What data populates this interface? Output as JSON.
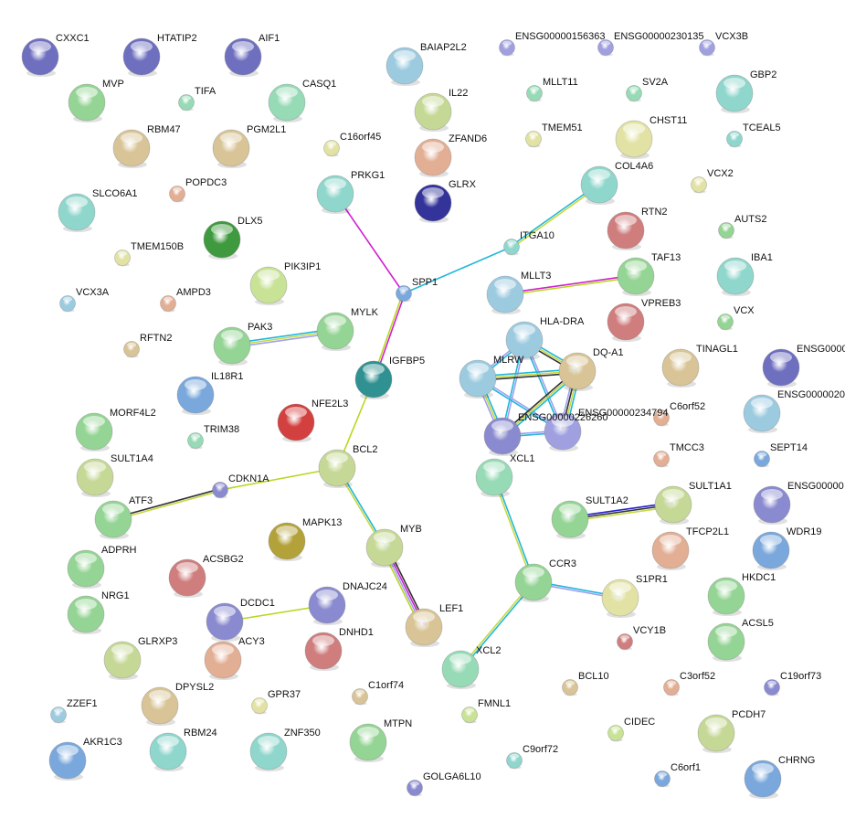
{
  "title": "Protein interaction network",
  "colors": {
    "purple": "#6f6fc0",
    "lilac": "#a0a0e0",
    "lightblue": "#9ccbe0",
    "teal": "#8fd6cc",
    "green": "#94d494",
    "darkgreen": "#3f993f",
    "olive": "#c6d896",
    "tan": "#d8c496",
    "salmon": "#e2ae94",
    "yellow": "#e2e2a4",
    "darkblue": "#33339a",
    "red": "#d2403f",
    "rose": "#cf7d7d",
    "tealdark": "#2f9191",
    "blue": "#7aa8dc",
    "mustard": "#b3a23a",
    "bluepurple": "#8a8ad0",
    "tealgreen": "#96dab6",
    "ygreen": "#c8e296"
  },
  "nodes": [
    {
      "id": "CXXC1",
      "c": "purple",
      "s": "L"
    },
    {
      "id": "HTATIP2",
      "c": "purple",
      "s": "L"
    },
    {
      "id": "AIF1",
      "c": "purple",
      "s": "L"
    },
    {
      "id": "BAIAP2L2",
      "c": "lightblue",
      "s": "L"
    },
    {
      "id": "ENSG00000156363",
      "c": "lilac",
      "s": "S"
    },
    {
      "id": "ENSG00000230135",
      "c": "lilac",
      "s": "S"
    },
    {
      "id": "VCX3B",
      "c": "lilac",
      "s": "S"
    },
    {
      "id": "MVP",
      "c": "green",
      "s": "L"
    },
    {
      "id": "TIFA",
      "c": "tealgreen",
      "s": "S"
    },
    {
      "id": "CASQ1",
      "c": "tealgreen",
      "s": "L"
    },
    {
      "id": "IL22",
      "c": "olive",
      "s": "L"
    },
    {
      "id": "MLLT11",
      "c": "tealgreen",
      "s": "S"
    },
    {
      "id": "SV2A",
      "c": "tealgreen",
      "s": "S"
    },
    {
      "id": "GBP2",
      "c": "teal",
      "s": "L"
    },
    {
      "id": "RBM47",
      "c": "tan",
      "s": "L"
    },
    {
      "id": "PGM2L1",
      "c": "tan",
      "s": "L"
    },
    {
      "id": "C16orf45",
      "c": "yellow",
      "s": "S"
    },
    {
      "id": "ZFAND6",
      "c": "salmon",
      "s": "L"
    },
    {
      "id": "TMEM51",
      "c": "yellow",
      "s": "S"
    },
    {
      "id": "CHST11",
      "c": "yellow",
      "s": "L"
    },
    {
      "id": "TCEAL5",
      "c": "teal",
      "s": "S"
    },
    {
      "id": "POPDC3",
      "c": "salmon",
      "s": "S"
    },
    {
      "id": "PRKG1",
      "c": "teal",
      "s": "L"
    },
    {
      "id": "GLRX",
      "c": "darkblue",
      "s": "L"
    },
    {
      "id": "COL4A6",
      "c": "teal",
      "s": "L"
    },
    {
      "id": "VCX2",
      "c": "yellow",
      "s": "S"
    },
    {
      "id": "SLCO6A1",
      "c": "teal",
      "s": "L"
    },
    {
      "id": "DLX5",
      "c": "darkgreen",
      "s": "L"
    },
    {
      "id": "RTN2",
      "c": "rose",
      "s": "L"
    },
    {
      "id": "AUTS2",
      "c": "green",
      "s": "S"
    },
    {
      "id": "TMEM150B",
      "c": "yellow",
      "s": "S"
    },
    {
      "id": "ITGA10",
      "c": "teal",
      "s": "S"
    },
    {
      "id": "PIK3IP1",
      "c": "ygreen",
      "s": "L"
    },
    {
      "id": "TAF13",
      "c": "green",
      "s": "L"
    },
    {
      "id": "IBA1",
      "c": "teal",
      "s": "L"
    },
    {
      "id": "VCX3A",
      "c": "lightblue",
      "s": "S"
    },
    {
      "id": "AMPD3",
      "c": "salmon",
      "s": "S"
    },
    {
      "id": "SPP1",
      "c": "blue",
      "s": "S"
    },
    {
      "id": "MLLT3",
      "c": "lightblue",
      "s": "L"
    },
    {
      "id": "VPREB3",
      "c": "rose",
      "s": "L"
    },
    {
      "id": "VCX",
      "c": "green",
      "s": "S"
    },
    {
      "id": "RFTN2",
      "c": "tan",
      "s": "S"
    },
    {
      "id": "PAK3",
      "c": "green",
      "s": "L"
    },
    {
      "id": "MYLK",
      "c": "green",
      "s": "L"
    },
    {
      "id": "HLA-DRA",
      "c": "lightblue",
      "s": "L"
    },
    {
      "id": "MLRW",
      "c": "lightblue",
      "s": "L"
    },
    {
      "id": "DQ-A1",
      "c": "tan",
      "s": "L"
    },
    {
      "id": "TINAGL1",
      "c": "tan",
      "s": "L"
    },
    {
      "id": "ENSG0000",
      "c": "purple",
      "s": "L"
    },
    {
      "id": "IGFBP5",
      "c": "tealdark",
      "s": "L"
    },
    {
      "id": "IL18R1",
      "c": "blue",
      "s": "L"
    },
    {
      "id": "ENSG0000020",
      "c": "lightblue",
      "s": "L"
    },
    {
      "id": "NFE2L3",
      "c": "red",
      "s": "L"
    },
    {
      "id": "ENSG00000234794",
      "c": "lilac",
      "s": "L"
    },
    {
      "id": "ENSG00000226260",
      "c": "bluepurple",
      "s": "L"
    },
    {
      "id": "C6orf52",
      "c": "salmon",
      "s": "S"
    },
    {
      "id": "MORF4L2",
      "c": "green",
      "s": "L"
    },
    {
      "id": "TRIM38",
      "c": "tealgreen",
      "s": "S"
    },
    {
      "id": "SEPT14",
      "c": "blue",
      "s": "S"
    },
    {
      "id": "TMCC3",
      "c": "salmon",
      "s": "S"
    },
    {
      "id": "BCL2",
      "c": "olive",
      "s": "L"
    },
    {
      "id": "XCL1",
      "c": "tealgreen",
      "s": "L"
    },
    {
      "id": "SULT1A4",
      "c": "olive",
      "s": "L"
    },
    {
      "id": "CDKN1A",
      "c": "bluepurple",
      "s": "S"
    },
    {
      "id": "SULT1A1",
      "c": "olive",
      "s": "L"
    },
    {
      "id": "ENSG00000",
      "c": "bluepurple",
      "s": "L"
    },
    {
      "id": "SULT1A2",
      "c": "green",
      "s": "L"
    },
    {
      "id": "ATF3",
      "c": "green",
      "s": "L"
    },
    {
      "id": "TFCP2L1",
      "c": "salmon",
      "s": "L"
    },
    {
      "id": "MAPK13",
      "c": "mustard",
      "s": "L"
    },
    {
      "id": "MYB",
      "c": "olive",
      "s": "L"
    },
    {
      "id": "WDR19",
      "c": "blue",
      "s": "L"
    },
    {
      "id": "ADPRH",
      "c": "green",
      "s": "L"
    },
    {
      "id": "ACSBG2",
      "c": "rose",
      "s": "L"
    },
    {
      "id": "CCR3",
      "c": "green",
      "s": "L"
    },
    {
      "id": "S1PR1",
      "c": "yellow",
      "s": "L"
    },
    {
      "id": "HKDC1",
      "c": "green",
      "s": "L"
    },
    {
      "id": "NRG1",
      "c": "green",
      "s": "L"
    },
    {
      "id": "DNAJC24",
      "c": "bluepurple",
      "s": "L"
    },
    {
      "id": "DCDC1",
      "c": "bluepurple",
      "s": "L"
    },
    {
      "id": "LEF1",
      "c": "tan",
      "s": "L"
    },
    {
      "id": "VCY1B",
      "c": "rose",
      "s": "S"
    },
    {
      "id": "ACSL5",
      "c": "green",
      "s": "L"
    },
    {
      "id": "GLRXP3",
      "c": "olive",
      "s": "L"
    },
    {
      "id": "ACY3",
      "c": "salmon",
      "s": "L"
    },
    {
      "id": "DNHD1",
      "c": "rose",
      "s": "L"
    },
    {
      "id": "XCL2",
      "c": "tealgreen",
      "s": "L"
    },
    {
      "id": "BCL10",
      "c": "tan",
      "s": "S"
    },
    {
      "id": "C3orf52",
      "c": "salmon",
      "s": "S"
    },
    {
      "id": "C19orf73",
      "c": "bluepurple",
      "s": "S"
    },
    {
      "id": "ZZEF1",
      "c": "lightblue",
      "s": "S"
    },
    {
      "id": "DPYSL2",
      "c": "tan",
      "s": "L"
    },
    {
      "id": "GPR37",
      "c": "yellow",
      "s": "S"
    },
    {
      "id": "C1orf74",
      "c": "tan",
      "s": "S"
    },
    {
      "id": "FMNL1",
      "c": "ygreen",
      "s": "S"
    },
    {
      "id": "CIDEC",
      "c": "ygreen",
      "s": "S"
    },
    {
      "id": "PCDH7",
      "c": "olive",
      "s": "L"
    },
    {
      "id": "AKR1C3",
      "c": "blue",
      "s": "L"
    },
    {
      "id": "RBM24",
      "c": "teal",
      "s": "L"
    },
    {
      "id": "ZNF350",
      "c": "teal",
      "s": "L"
    },
    {
      "id": "MTPN",
      "c": "green",
      "s": "L"
    },
    {
      "id": "C9orf72",
      "c": "teal",
      "s": "S"
    },
    {
      "id": "C6orf1",
      "c": "blue",
      "s": "S"
    },
    {
      "id": "CHRNG",
      "c": "blue",
      "s": "L"
    },
    {
      "id": "GOLGA6L10",
      "c": "bluepurple",
      "s": "S"
    }
  ],
  "edges": [
    {
      "a": "PRKG1",
      "b": "SPP1",
      "ev": [
        "#d020d0"
      ]
    },
    {
      "a": "SPP1",
      "b": "ITGA10",
      "ev": [
        "#20b8d8"
      ]
    },
    {
      "a": "ITGA10",
      "b": "COL4A6",
      "ev": [
        "#20b8d8",
        "#c8d840"
      ]
    },
    {
      "a": "SPP1",
      "b": "IGFBP5",
      "ev": [
        "#d020d0",
        "#b8d820"
      ]
    },
    {
      "a": "IGFBP5",
      "b": "BCL2",
      "ev": [
        "#b8d820"
      ]
    },
    {
      "a": "MLLT3",
      "b": "TAF13",
      "ev": [
        "#d020d0",
        "#b8d820"
      ]
    },
    {
      "a": "PAK3",
      "b": "MYLK",
      "ev": [
        "#20b8d8",
        "#c8d840",
        "#a0a0f0"
      ]
    },
    {
      "a": "BCL2",
      "b": "CDKN1A",
      "ev": [
        "#b8d820"
      ]
    },
    {
      "a": "CDKN1A",
      "b": "ATF3",
      "ev": [
        "#c8d840",
        "#333333"
      ]
    },
    {
      "a": "BCL2",
      "b": "MYB",
      "ev": [
        "#20b8d8",
        "#c8d840"
      ]
    },
    {
      "a": "MYB",
      "b": "LEF1",
      "ev": [
        "#333333",
        "#d020d0",
        "#a0a0f0",
        "#b8d820"
      ]
    },
    {
      "a": "DCDC1",
      "b": "DNAJC24",
      "ev": [
        "#b8d820"
      ]
    },
    {
      "a": "XCL1",
      "b": "CCR3",
      "ev": [
        "#20b8d8",
        "#c8d840"
      ]
    },
    {
      "a": "CCR3",
      "b": "S1PR1",
      "ev": [
        "#20b8d8",
        "#a0a0f0"
      ]
    },
    {
      "a": "CCR3",
      "b": "XCL2",
      "ev": [
        "#20b8d8",
        "#c8d840"
      ]
    },
    {
      "a": "SULT1A2",
      "b": "SULT1A1",
      "ev": [
        "#2020d0",
        "#333333",
        "#c8d840"
      ]
    },
    {
      "a": "HLA-DRA",
      "b": "MLRW",
      "ev": [
        "#20b8d8",
        "#a0a0f0"
      ]
    },
    {
      "a": "HLA-DRA",
      "b": "DQ-A1",
      "ev": [
        "#20b8d8",
        "#c8d840",
        "#333333"
      ]
    },
    {
      "a": "HLA-DRA",
      "b": "ENSG00000226260",
      "ev": [
        "#a0a0f0",
        "#20b8d8"
      ]
    },
    {
      "a": "HLA-DRA",
      "b": "ENSG00000234794",
      "ev": [
        "#a0a0f0",
        "#20b8d8"
      ]
    },
    {
      "a": "MLRW",
      "b": "DQ-A1",
      "ev": [
        "#20b8d8",
        "#c8d840",
        "#333333"
      ]
    },
    {
      "a": "MLRW",
      "b": "ENSG00000226260",
      "ev": [
        "#20b8d8",
        "#c8d840",
        "#a0a0f0"
      ]
    },
    {
      "a": "MLRW",
      "b": "ENSG00000234794",
      "ev": [
        "#a0a0f0",
        "#20b8d8"
      ]
    },
    {
      "a": "DQ-A1",
      "b": "ENSG00000226260",
      "ev": [
        "#20b8d8",
        "#c8d840",
        "#333333"
      ]
    },
    {
      "a": "DQ-A1",
      "b": "ENSG00000234794",
      "ev": [
        "#20b8d8",
        "#c8d840",
        "#333333",
        "#a0a0f0"
      ]
    },
    {
      "a": "ENSG00000226260",
      "b": "ENSG00000234794",
      "ev": [
        "#a0a0f0",
        "#20b8d8"
      ]
    }
  ]
}
